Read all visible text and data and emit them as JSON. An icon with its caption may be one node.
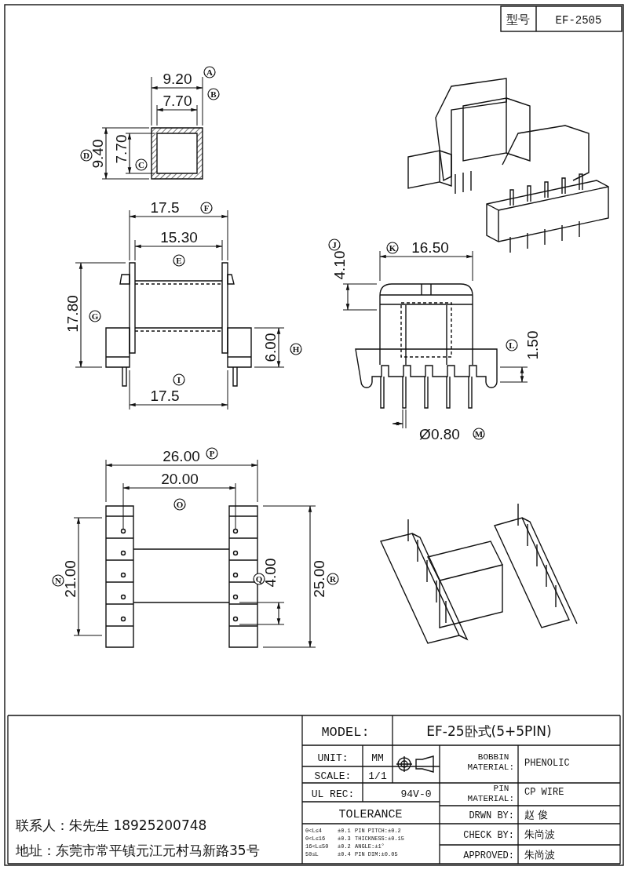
{
  "diagram": {
    "labels": [
      "型号",
      "EF-2505",
      "9.20",
      "A",
      "7.70",
      "B",
      "D",
      "9.40",
      "7.70",
      "C",
      "17.5",
      "F",
      "15.30",
      "E",
      "17.80",
      "G",
      "6.00",
      "H",
      "I",
      "17.5",
      "J",
      "4.10",
      "K",
      "16.50",
      "L",
      "1.50",
      "Ø0.80",
      "M",
      "26.00",
      "P",
      "20.00",
      "O",
      "N",
      "21.00",
      "Q",
      "4.00",
      "25.00",
      "R",
      "联系人：朱先生 18925200748",
      "地址：东莞市常平镇元江元村马新路35号",
      "MODEL:",
      "EF-25卧式(5+5PIN)",
      "UNIT:",
      "MM",
      "SCALE:",
      "1/1",
      "UL REC:",
      "94V-0",
      "TOLERANCE",
      "BOBBIN MATERIAL:",
      "PHENOLIC",
      "PIN MATERIAL:",
      "CP WIRE",
      "DRWN BY:",
      "赵 俊",
      "CHECK BY:",
      "朱尚波",
      "APPROVED:",
      "朱尚波",
      "0<L≤4",
      "±0.1",
      "PIN PITCH:±0.2",
      "0<L≤16",
      "±0.3",
      "THICKNESS:±0.15",
      "16<L≤50",
      "±0.2",
      "ANGLE:±1°",
      "50≤L",
      "±0.4",
      "PIN DIM:±0.05"
    ]
  }
}
